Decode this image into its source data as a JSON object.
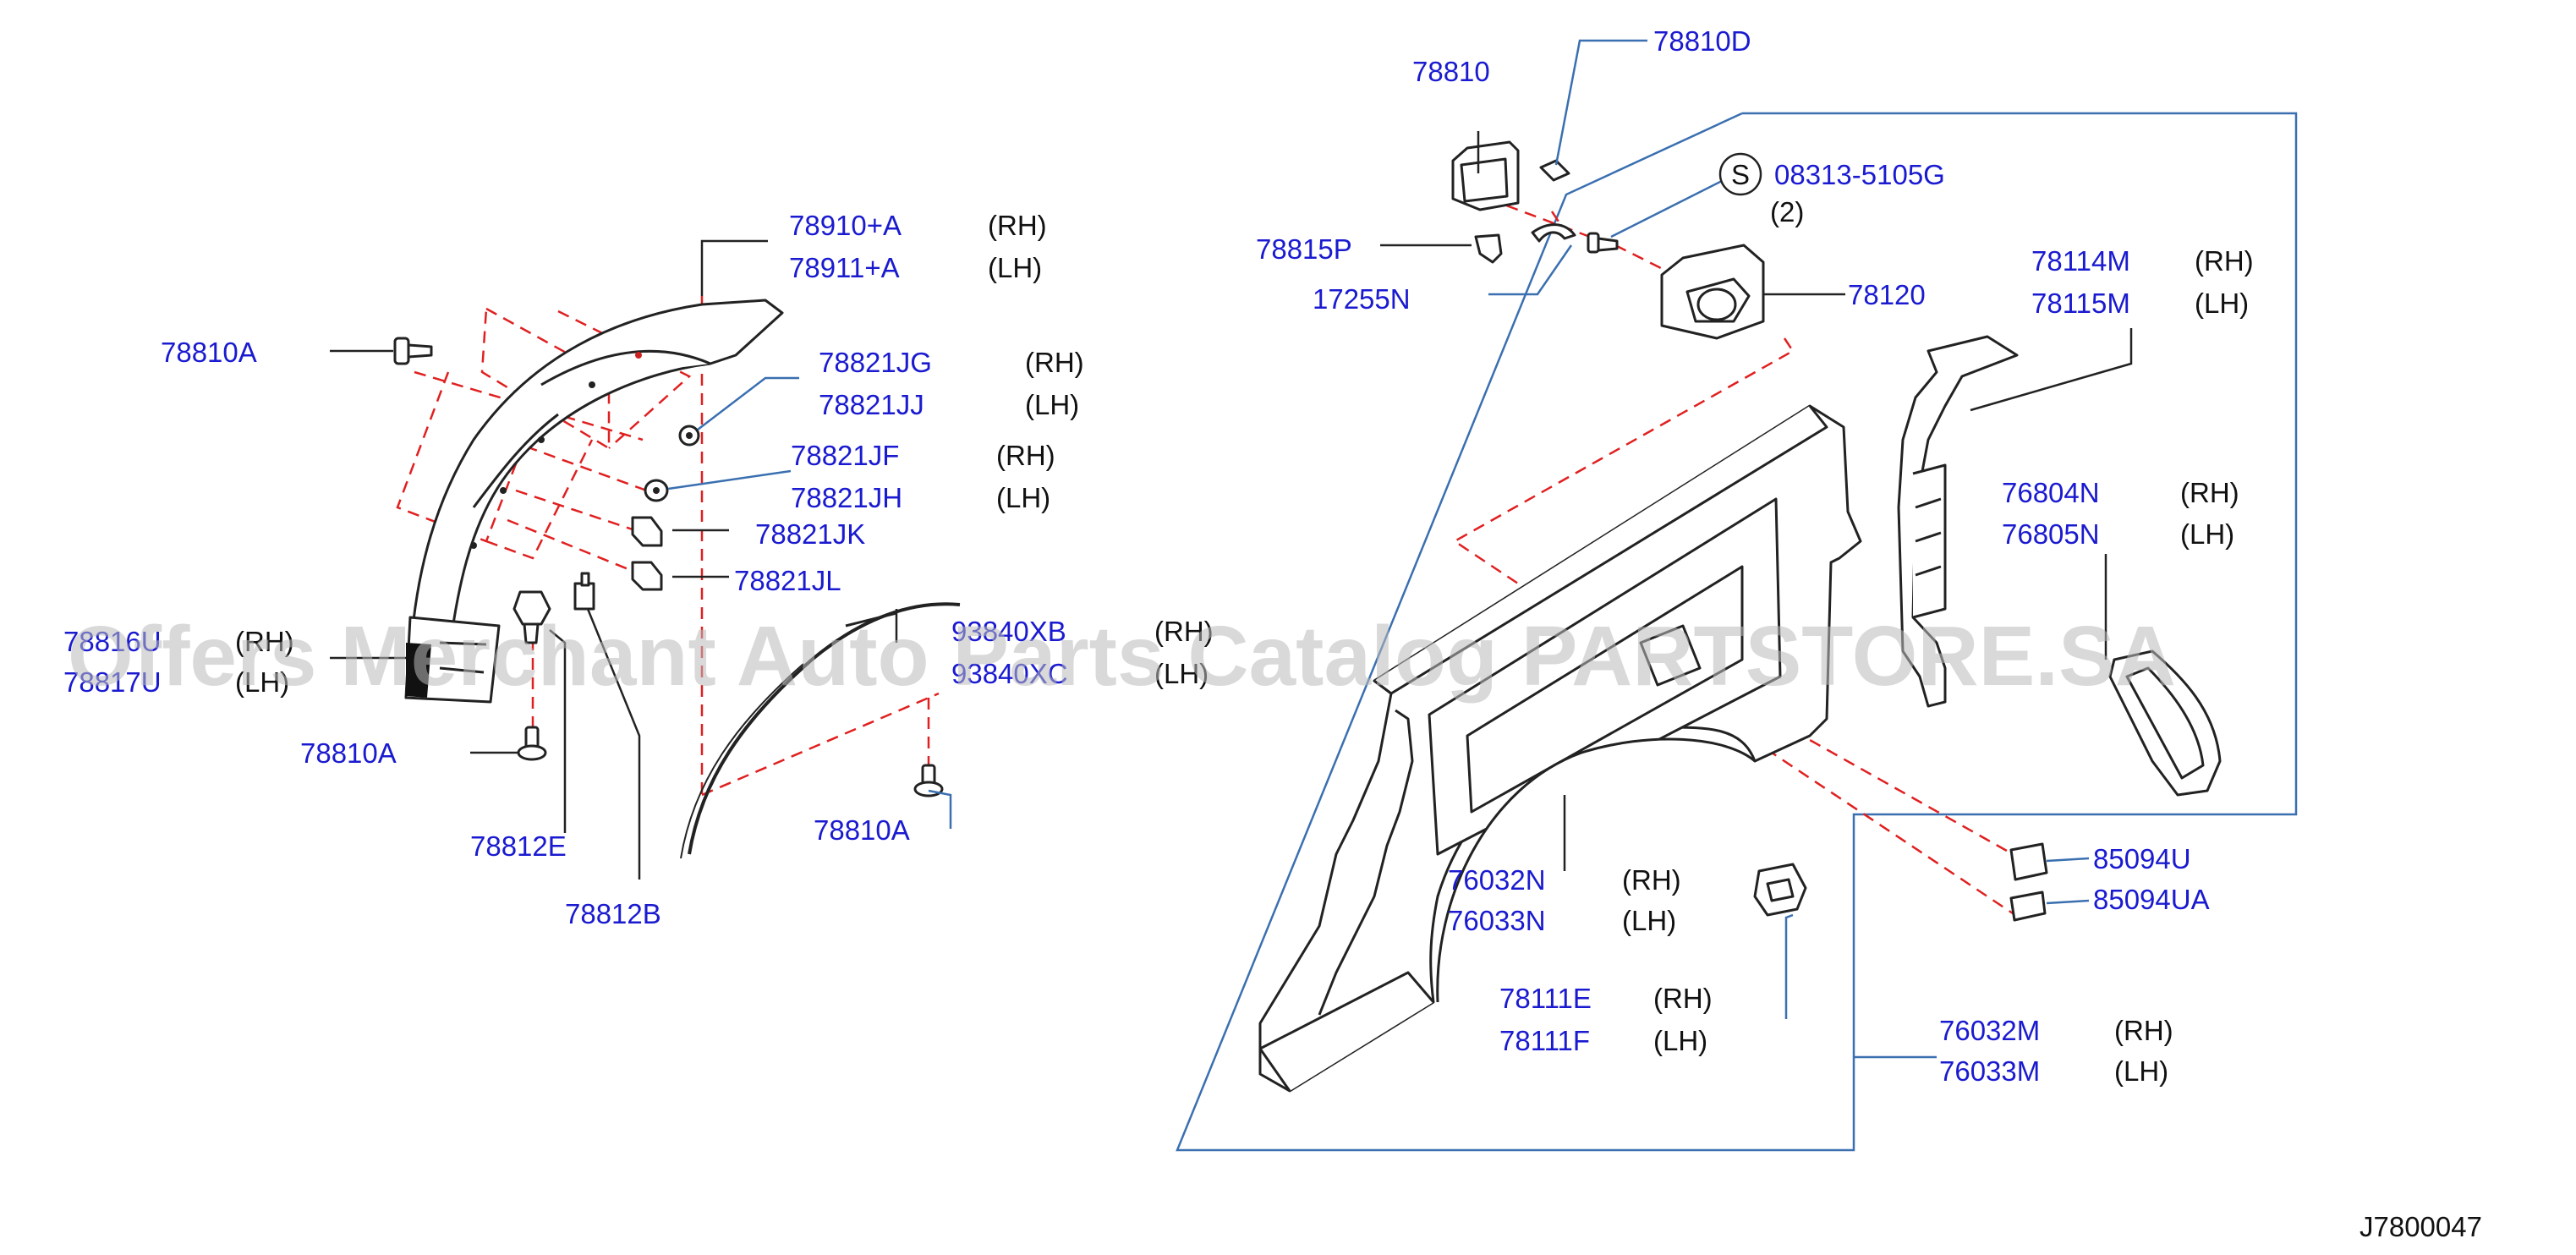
{
  "colors": {
    "part_number": "#1a1ad0",
    "side_text": "#111111",
    "outline": "#222222",
    "dashed_line": "#e02020",
    "group_box": "#3a6fb0",
    "watermark": "#b9b9b9"
  },
  "diagram_code": "J7800047",
  "watermark": "Offers Merchant Auto Parts Catalog PARTSTORE.SA",
  "labels": {
    "p78810d": "78810D",
    "p78810": "78810",
    "p78815p": "78815P",
    "p17255n": "17255N",
    "p08313": "08313-5105G",
    "qty2": "(2)",
    "s_mark": "S",
    "p78120": "78120",
    "p78114m": "78114M",
    "p78115m": "78115M",
    "p76804n": "76804N",
    "p76805n": "76805N",
    "p78910": "78910+A",
    "p78911": "78911+A",
    "p78810a_1": "78810A",
    "p78821jg": "78821JG",
    "p78821jj": "78821JJ",
    "p78821jf": "78821JF",
    "p78821jh": "78821JH",
    "p78821jk": "78821JK",
    "p78821jl": "78821JL",
    "p78816u": "78816U",
    "p78817u": "78817U",
    "p93840xb": "93840XB",
    "p93840xc": "93840XC",
    "p78810a_2": "78810A",
    "p78810a_3": "78810A",
    "p78812e": "78812E",
    "p78812b": "78812B",
    "p76032n": "76032N",
    "p76033n": "76033N",
    "p78111e": "78111E",
    "p78111f": "78111F",
    "p85094u": "85094U",
    "p85094ua": "85094UA",
    "p76032m": "76032M",
    "p76033m": "76033M"
  },
  "side": {
    "rh": "(RH)",
    "lh": "(LH)"
  }
}
